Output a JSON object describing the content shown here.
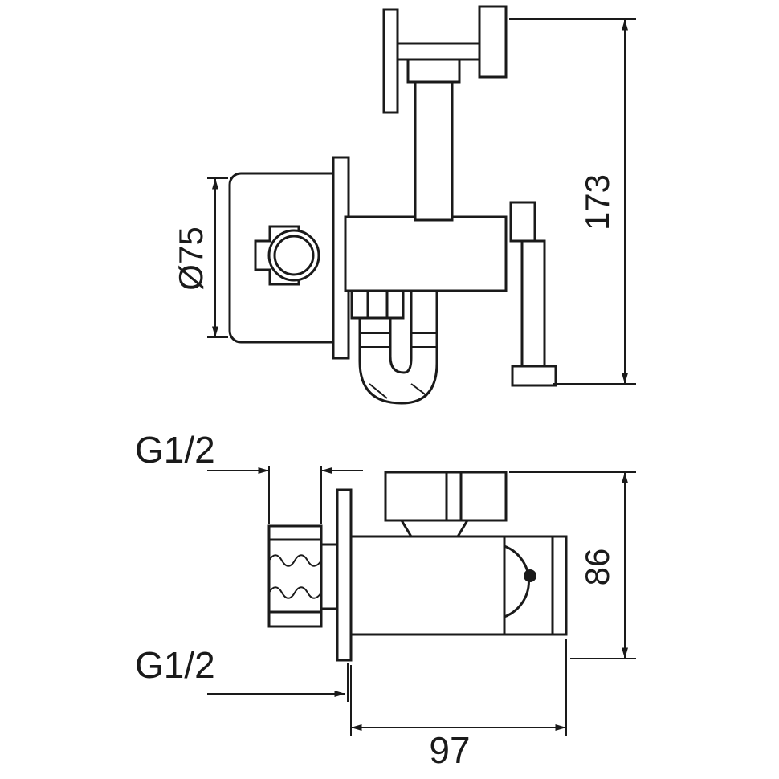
{
  "canvas": {
    "background": "#ffffff",
    "line_color": "#1a1a1a"
  },
  "dimensions": {
    "plate_diameter": "Ø75",
    "overall_height": "173",
    "top_thread": "G1/2",
    "bottom_thread": "G1/2",
    "mount_height": "86",
    "body_width": "97"
  }
}
